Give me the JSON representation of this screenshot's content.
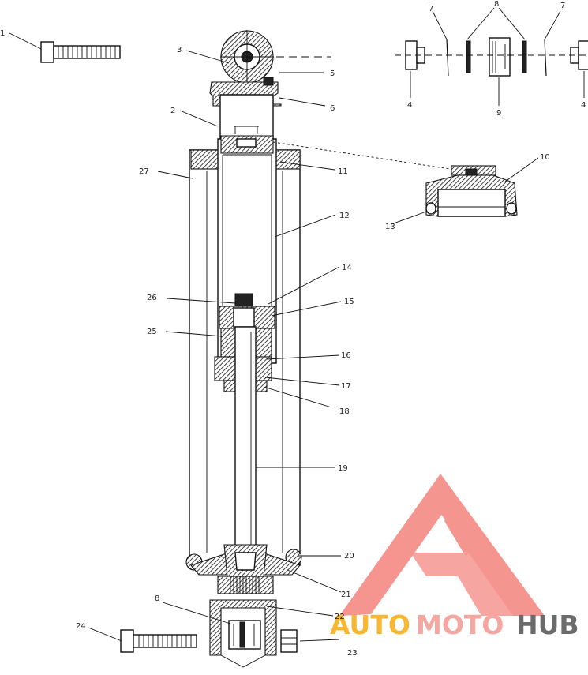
{
  "callouts": [
    {
      "id": "c1",
      "label": "1"
    },
    {
      "id": "c2",
      "label": "2"
    },
    {
      "id": "c3",
      "label": "3"
    },
    {
      "id": "c4a",
      "label": "4"
    },
    {
      "id": "c4b",
      "label": "4"
    },
    {
      "id": "c5",
      "label": "5"
    },
    {
      "id": "c6",
      "label": "6"
    },
    {
      "id": "c7a",
      "label": "7"
    },
    {
      "id": "c7b",
      "label": "7"
    },
    {
      "id": "c8a",
      "label": "8"
    },
    {
      "id": "c8b",
      "label": "8"
    },
    {
      "id": "c9",
      "label": "9"
    },
    {
      "id": "c10",
      "label": "10"
    },
    {
      "id": "c11",
      "label": "11"
    },
    {
      "id": "c12",
      "label": "12"
    },
    {
      "id": "c13",
      "label": "13"
    },
    {
      "id": "c14",
      "label": "14"
    },
    {
      "id": "c15",
      "label": "15"
    },
    {
      "id": "c16",
      "label": "16"
    },
    {
      "id": "c17",
      "label": "17"
    },
    {
      "id": "c18",
      "label": "18"
    },
    {
      "id": "c19",
      "label": "19"
    },
    {
      "id": "c20",
      "label": "20"
    },
    {
      "id": "c21",
      "label": "21"
    },
    {
      "id": "c22",
      "label": "22"
    },
    {
      "id": "c23",
      "label": "23"
    },
    {
      "id": "c24",
      "label": "24"
    },
    {
      "id": "c25a",
      "label": "25"
    },
    {
      "id": "c25b",
      "label": "26"
    },
    {
      "id": "c27",
      "label": "27"
    }
  ],
  "watermark": {
    "part1": "AUTO",
    "part2": "MOTO",
    "part3": "HUB",
    "colors": {
      "auto": "#f7b733",
      "moto": "#f4a6a0",
      "hub": "#6b6b6b",
      "logo": "#f58a84"
    }
  }
}
